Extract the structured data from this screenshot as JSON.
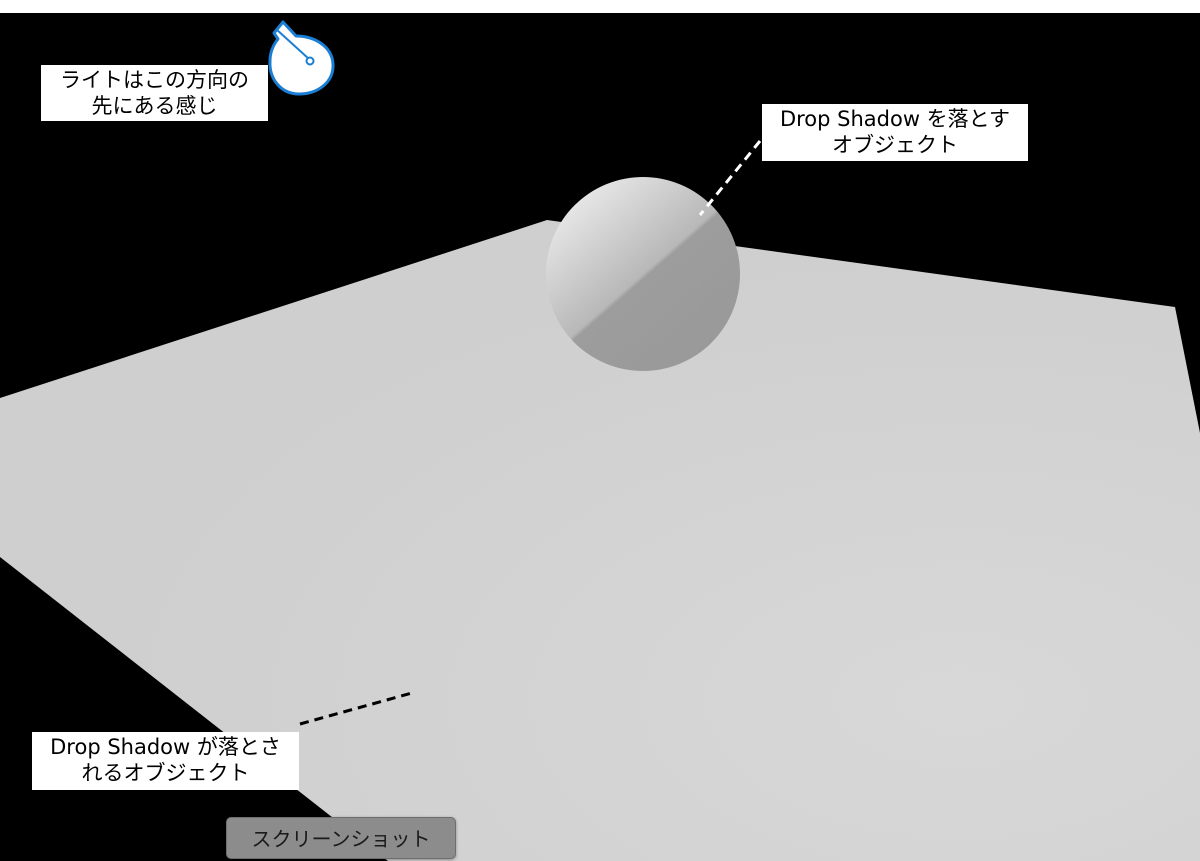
{
  "scene": {
    "background_color": "#000000",
    "plane_color": "#d3d3d3",
    "sphere_light_color": "#e8e8e8",
    "sphere_dark_color": "#9a9a9a",
    "light_icon": "light-bulb-icon",
    "light_icon_color": "#1a7fd4"
  },
  "labels": {
    "light": {
      "line1": "ライトはこの方向の",
      "line2": "先にある感じ"
    },
    "caster": {
      "line1": "Drop Shadow を落とす",
      "line2": "オブジェクト"
    },
    "receiver": {
      "line1": "Drop Shadow が落とさ",
      "line2": "れるオブジェクト"
    }
  },
  "buttons": {
    "screenshot": "スクリーンショット"
  }
}
